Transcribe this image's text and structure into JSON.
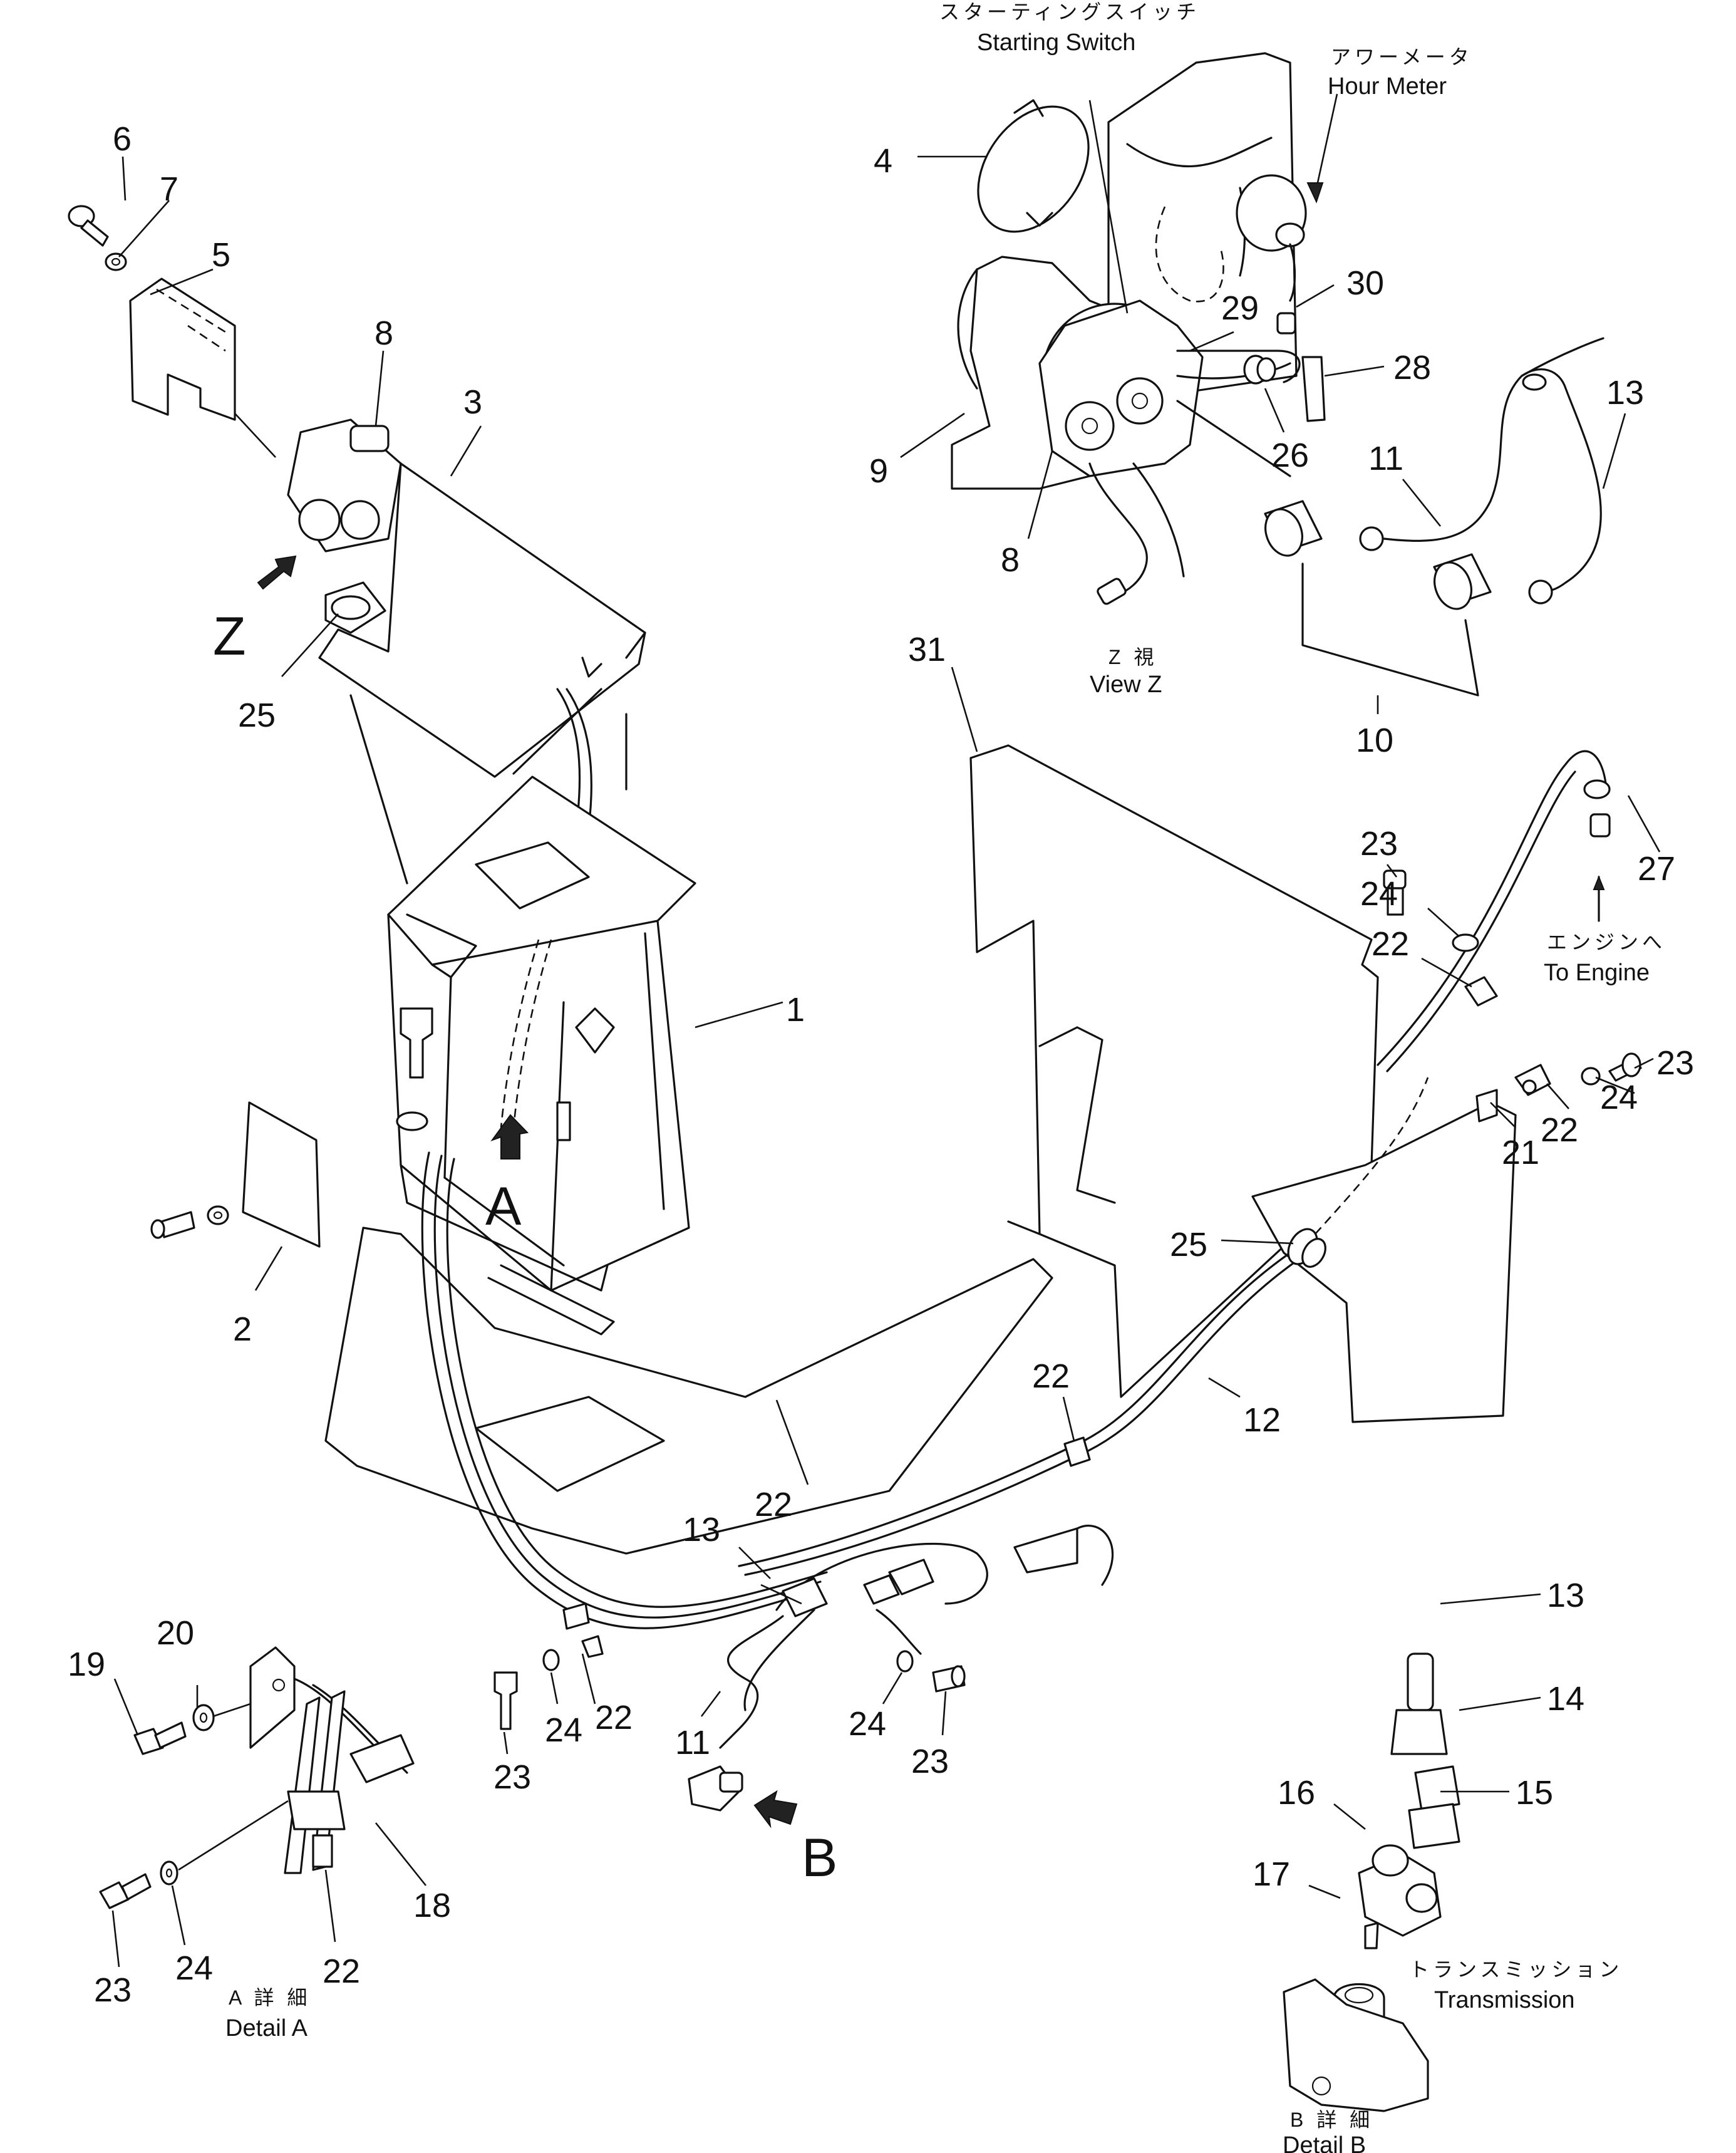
{
  "captions": {
    "starting_switch_jp": "スターティングスイッチ",
    "starting_switch_en": "Starting Switch",
    "hour_meter_jp": "アワーメータ",
    "hour_meter_en": "Hour Meter",
    "view_z_jp": "Z 視",
    "view_z_en": "View Z",
    "to_engine_jp": "エンジンへ",
    "to_engine_en": "To Engine",
    "transmission_jp": "トランスミッション",
    "transmission_en": "Transmission",
    "detail_a_jp": "A 詳 細",
    "detail_a_en": "Detail A",
    "detail_b_jp": "B 詳 細",
    "detail_b_en": "Detail B"
  },
  "view_arrows": {
    "z": "Z",
    "a": "A",
    "b": "B"
  },
  "part_numbers": {
    "p1": "1",
    "p2": "2",
    "p3": "3",
    "p4": "4",
    "p5": "5",
    "p6": "6",
    "p7": "7",
    "p8a": "8",
    "p8b": "8",
    "p9": "9",
    "p10": "10",
    "p11a": "11",
    "p11b": "11",
    "p12": "12",
    "p13a": "13",
    "p13b": "13",
    "p13c": "13",
    "p14": "14",
    "p15": "15",
    "p16": "16",
    "p17": "17",
    "p18": "18",
    "p19": "19",
    "p20": "20",
    "p21": "21",
    "p22a": "22",
    "p22b": "22",
    "p22c": "22",
    "p22d": "22",
    "p22e": "22",
    "p22f": "22",
    "p23a": "23",
    "p23b": "23",
    "p23c": "23",
    "p23d": "23",
    "p23e": "23",
    "p24a": "24",
    "p24b": "24",
    "p24c": "24",
    "p24d": "24",
    "p24e": "24",
    "p25a": "25",
    "p25b": "25",
    "p26": "26",
    "p27": "27",
    "p28": "28",
    "p29": "29",
    "p30": "30",
    "p31": "31"
  }
}
